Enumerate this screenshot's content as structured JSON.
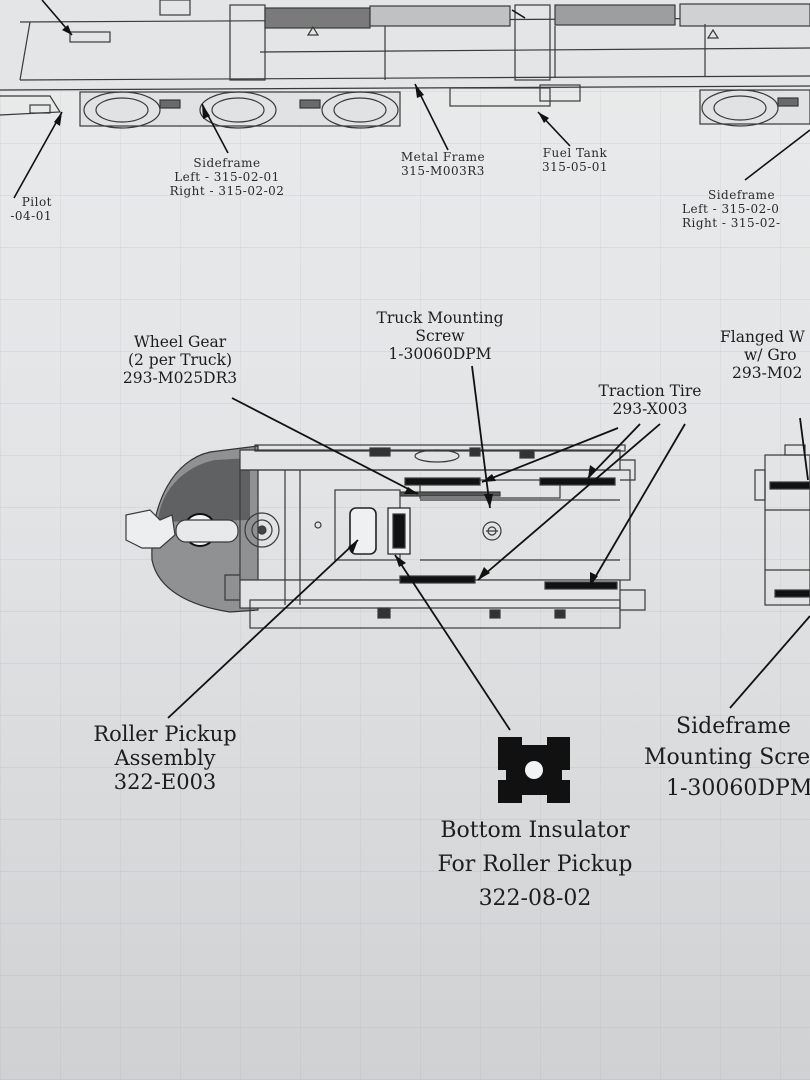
{
  "labels": {
    "pilot": {
      "line1": "Pilot",
      "line2": "-04-01"
    },
    "sideframe_left_truck": {
      "line1": "Sideframe",
      "line2": "Left - 315-02-01",
      "line3": "Right - 315-02-02"
    },
    "metal_frame": {
      "line1": "Metal Frame",
      "line2": "315-M003R3"
    },
    "fuel_tank": {
      "line1": "Fuel Tank",
      "line2": "315-05-01"
    },
    "sideframe_right_truck": {
      "line1": "Sideframe",
      "line2": "Left - 315-02-0",
      "line3": "Right - 315-02-"
    },
    "truck_mounting_screw": {
      "line1": "Truck Mounting",
      "line2": "Screw",
      "line3": "1-30060DPM"
    },
    "wheel_gear": {
      "line1": "Wheel Gear",
      "line2": "(2 per Truck)",
      "line3": "293-M025DR3"
    },
    "traction_tire": {
      "line1": "Traction Tire",
      "line2": "293-X003"
    },
    "flanged_wheel": {
      "line1": "Flanged W",
      "line2": "w/ Gro",
      "line3": "293-M02"
    },
    "roller_pickup": {
      "line1": "Roller Pickup",
      "line2": "Assembly",
      "line3": "322-E003"
    },
    "bottom_insulator": {
      "line1": "Bottom Insulator",
      "line2": "For Roller Pickup",
      "line3": "322-08-02"
    },
    "sideframe_mounting_screw": {
      "line1": "Sideframe",
      "line2": "Mounting Scre",
      "line3": "1-30060DPM"
    }
  }
}
